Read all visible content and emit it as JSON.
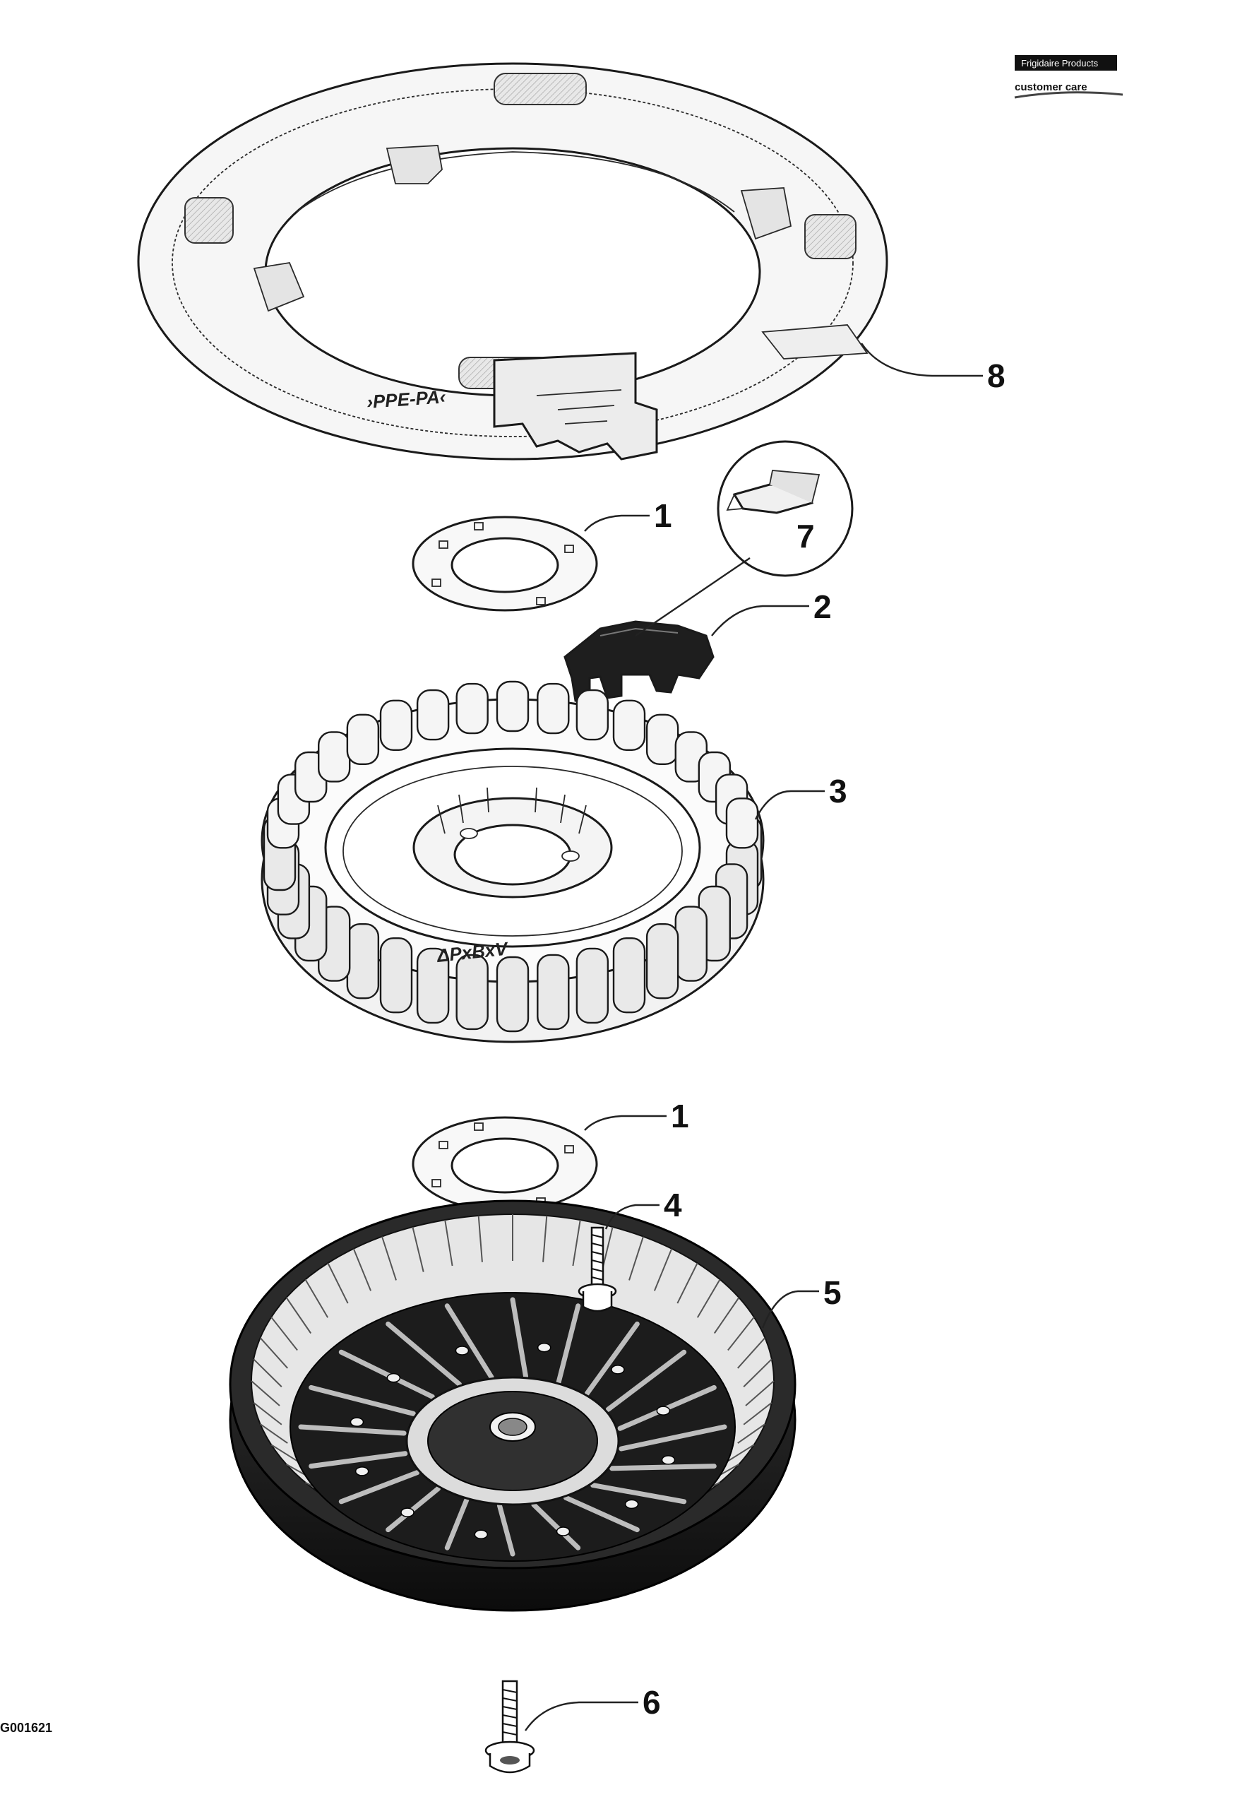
{
  "drawing_code": "G001621",
  "brand": {
    "line1": "Frigidaire Products",
    "line2": "customer care"
  },
  "ring_marking": "›PPE-PA‹",
  "stator_marking": "ΔPxBxV",
  "callouts": {
    "c8": "8",
    "c1_top": "1",
    "c7": "7",
    "c2": "2",
    "c3": "3",
    "c1_bottom": "1",
    "c4": "4",
    "c5": "5",
    "c6": "6"
  }
}
